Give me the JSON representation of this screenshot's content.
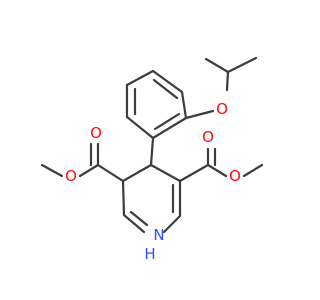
{
  "molecule": {
    "atoms": {
      "ether_o": {
        "text": "O",
        "color": "#ff0d0d"
      },
      "ester_left_carbonyl_o": {
        "text": "O",
        "color": "#ff0d0d"
      },
      "ester_left_alkoxy_o": {
        "text": "O",
        "color": "#ff0d0d"
      },
      "ester_right_carbonyl_o": {
        "text": "O",
        "color": "#ff0d0d"
      },
      "ester_right_alkoxy_o": {
        "text": "O",
        "color": "#ff0d0d"
      },
      "ring_n": {
        "text": "N",
        "color": "#3050f8"
      },
      "ring_nh_h": {
        "text": "H",
        "color": "#3050f8"
      }
    },
    "bond_color": "#3c3c3c"
  }
}
